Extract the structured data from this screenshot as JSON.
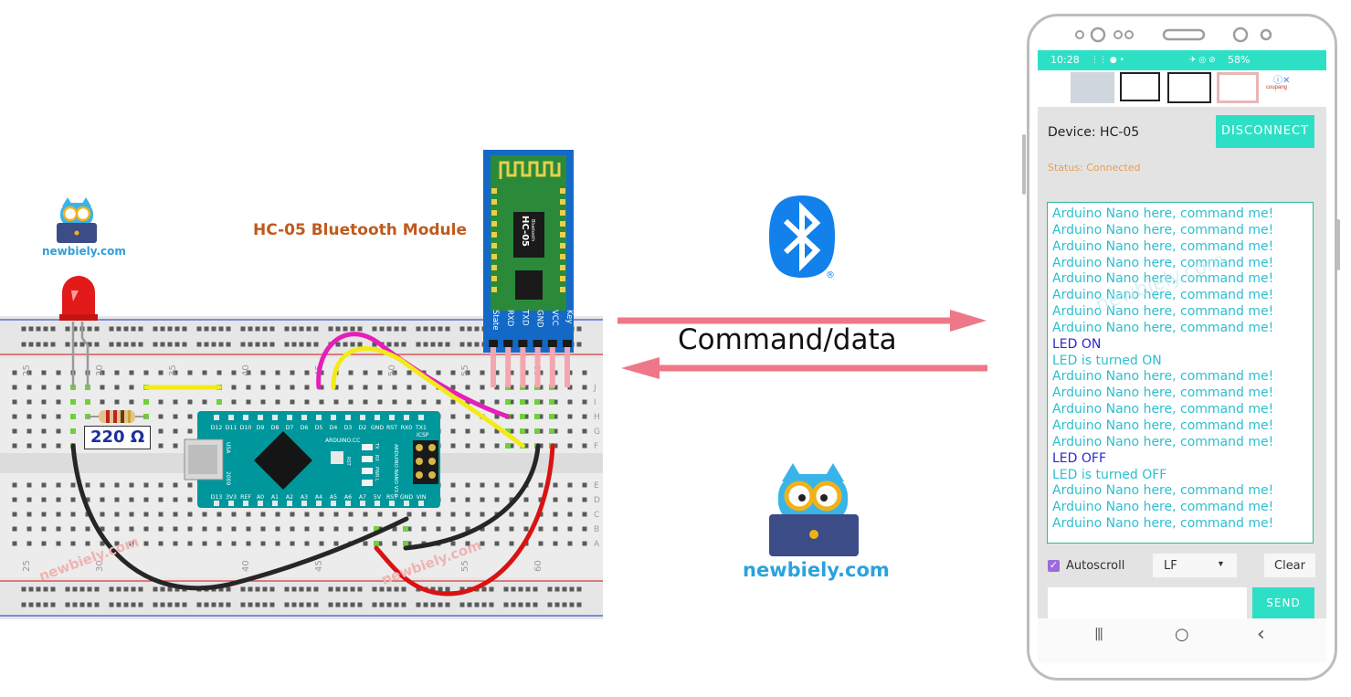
{
  "brand": {
    "site": "newbiely.com",
    "watermark": "newbiely.com"
  },
  "circuit": {
    "module_title": "HC-05 Bluetooth Module",
    "resistor_label": "220 Ω",
    "hc05_chip_text": "HC-05",
    "hc05_sub_text": "Bluetooth",
    "hc05_pins": [
      "State",
      "RXD",
      "TXD",
      "GND",
      "VCC",
      "Key"
    ],
    "breadboard_numbers": [
      "25",
      "30",
      "35",
      "40",
      "45",
      "50",
      "55",
      "60"
    ],
    "breadboard_rows": [
      "J",
      "I",
      "H",
      "G",
      "F",
      "E",
      "D",
      "C",
      "B",
      "A"
    ],
    "nano_top_pins": [
      "D12",
      "D11",
      "D10",
      "D9",
      "D8",
      "D7",
      "D6",
      "D5",
      "D4",
      "D3",
      "D2",
      "GND",
      "RST",
      "RX0",
      "TX1"
    ],
    "nano_bottom_pins": [
      "D13",
      "3V3",
      "REF",
      "A0",
      "A1",
      "A2",
      "A3",
      "A4",
      "A5",
      "A6",
      "A7",
      "5V",
      "RST",
      "GND",
      "VIN"
    ],
    "nano_text": [
      "ARDUINO.CC",
      "ARDUINO NANO V3.0",
      "ICSP",
      "USA",
      "2009",
      "TX",
      "RX",
      "PWR",
      "L",
      "RST"
    ],
    "colors": {
      "pink_wire": "#e51fb7",
      "yellow_wire": "#f2ea1a",
      "red_wire": "#d91313",
      "black_wire": "#262626",
      "board": "#00979c",
      "module": "#1469c7"
    }
  },
  "arrows": {
    "label": "Command/data",
    "color": "#ee7887"
  },
  "bluetooth": {
    "icon": "bluetooth-icon",
    "registered": "®",
    "color": "#1281eb"
  },
  "phone": {
    "status_bar": {
      "time": "10:28",
      "battery": "58%"
    },
    "ad": {
      "info": "ⓘ✕",
      "brand": "coupang"
    },
    "device_label": "Device: HC-05",
    "disconnect_label": "DISCONNECT",
    "status_text": "Status: Connected",
    "log": [
      {
        "text": "Arduino Nano here, command me!",
        "kind": "rx"
      },
      {
        "text": "Arduino Nano here, command me!",
        "kind": "rx"
      },
      {
        "text": "Arduino Nano here, command me!",
        "kind": "rx"
      },
      {
        "text": "Arduino Nano here, command me!",
        "kind": "rx"
      },
      {
        "text": "Arduino Nano here, command me!",
        "kind": "rx"
      },
      {
        "text": "Arduino Nano here, command me!",
        "kind": "rx"
      },
      {
        "text": "Arduino Nano here, command me!",
        "kind": "rx"
      },
      {
        "text": "Arduino Nano here, command me!",
        "kind": "rx"
      },
      {
        "text": "LED ON",
        "kind": "tx"
      },
      {
        "text": "LED is turned ON",
        "kind": "rx"
      },
      {
        "text": "Arduino Nano here, command me!",
        "kind": "rx"
      },
      {
        "text": "Arduino Nano here, command me!",
        "kind": "rx"
      },
      {
        "text": "Arduino Nano here, command me!",
        "kind": "rx"
      },
      {
        "text": "Arduino Nano here, command me!",
        "kind": "rx"
      },
      {
        "text": "Arduino Nano here, command me!",
        "kind": "rx"
      },
      {
        "text": "LED OFF",
        "kind": "tx"
      },
      {
        "text": "LED is turned OFF",
        "kind": "rx"
      },
      {
        "text": "Arduino Nano here, command me!",
        "kind": "rx"
      },
      {
        "text": "Arduino Nano here, command me!",
        "kind": "rx"
      },
      {
        "text": "Arduino Nano here, command me!",
        "kind": "rx"
      }
    ],
    "log_colors": {
      "rx": "#2bbfd0",
      "tx": "#2a2ad0"
    },
    "autoscroll_label": "Autoscroll",
    "autoscroll_checked": true,
    "line_ending": "LF",
    "clear_label": "Clear",
    "send_input_value": "",
    "send_label": "SEND",
    "nav": {
      "recents": "|||",
      "home": "○",
      "back": "‹"
    }
  }
}
